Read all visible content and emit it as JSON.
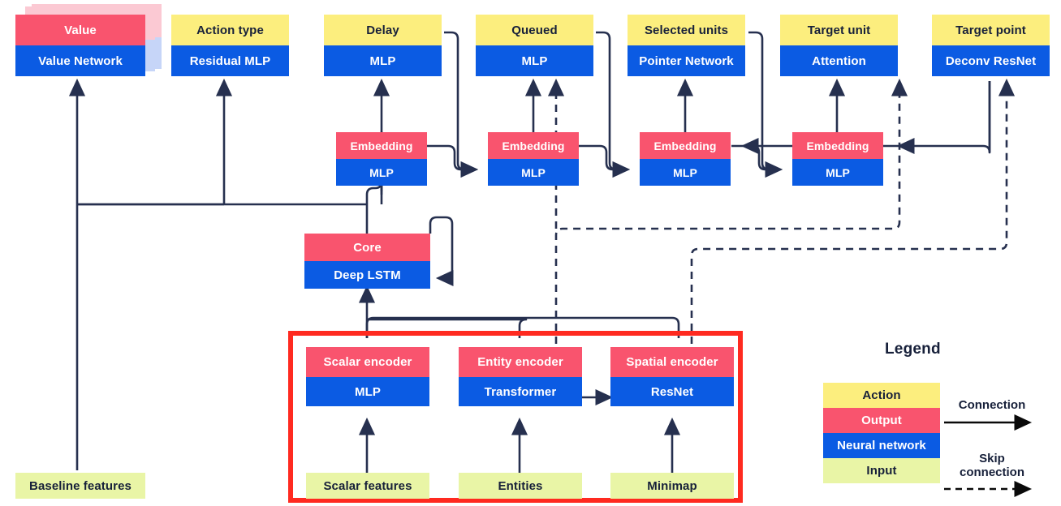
{
  "meta": {
    "title": "AlphaStar agent network architecture diagram",
    "domain": "diagram"
  },
  "colors": {
    "action": "#FCEE7E",
    "output": "#F9546E",
    "neural_network": "#0B5BE3",
    "input": "#E9F5A6",
    "wire": "#26304F",
    "highlight_box": "#FF2A20",
    "text_dark": "#17203A",
    "text_light": "#FFFFFF",
    "shadow_output": "#FBC9D3",
    "shadow_net": "#AEC2F5"
  },
  "nodes": {
    "value": {
      "action": "Value",
      "network": "Value Network"
    },
    "action_type": {
      "action": "Action type",
      "network": "Residual MLP"
    },
    "delay": {
      "action": "Delay",
      "network": "MLP"
    },
    "queued": {
      "action": "Queued",
      "network": "MLP"
    },
    "selected_units": {
      "action": "Selected units",
      "network": "Pointer Network"
    },
    "target_unit": {
      "action": "Target unit",
      "network": "Attention"
    },
    "target_point": {
      "action": "Target point",
      "network": "Deconv ResNet"
    },
    "embedding_1": {
      "output": "Embedding",
      "network": "MLP"
    },
    "embedding_2": {
      "output": "Embedding",
      "network": "MLP"
    },
    "embedding_3": {
      "output": "Embedding",
      "network": "MLP"
    },
    "embedding_4": {
      "output": "Embedding",
      "network": "MLP"
    },
    "core": {
      "output": "Core",
      "network": "Deep LSTM"
    },
    "scalar_encoder": {
      "output": "Scalar encoder",
      "network": "MLP"
    },
    "entity_encoder": {
      "output": "Entity encoder",
      "network": "Transformer"
    },
    "spatial_encoder": {
      "output": "Spatial encoder",
      "network": "ResNet"
    }
  },
  "inputs": {
    "baseline_features": "Baseline features",
    "scalar_features": "Scalar features",
    "entities": "Entities",
    "minimap": "Minimap"
  },
  "legend": {
    "title": "Legend",
    "swatches": [
      {
        "label": "Action",
        "kind": "action"
      },
      {
        "label": "Output",
        "kind": "output"
      },
      {
        "label": "Neural network",
        "kind": "neural_network"
      },
      {
        "label": "Input",
        "kind": "input"
      }
    ],
    "connection_label": "Connection",
    "skip_connection_label": "Skip\nconnection"
  }
}
